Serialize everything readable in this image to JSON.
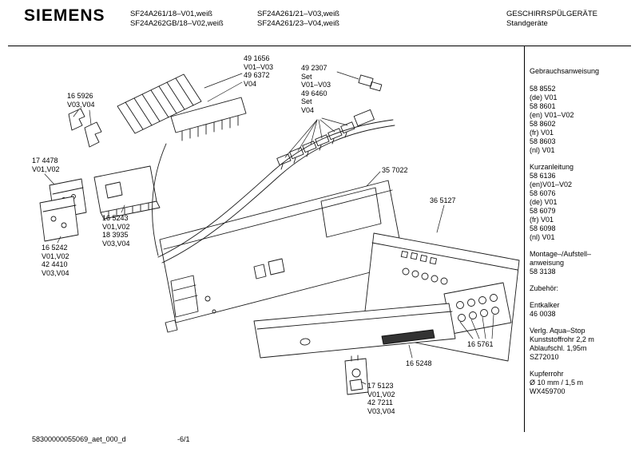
{
  "header": {
    "brand": "SIEMENS",
    "models": [
      {
        "line1": "SF24A261/18–V01,weiß",
        "line2": "SF24A262GB/18–V02,weiß"
      },
      {
        "line1": "SF24A261/21–V03,weiß",
        "line2": "SF24A261/23–V04,weiß"
      }
    ],
    "category": "GESCHIRRSPÜLGERÄTE",
    "subcategory": "Standgeräte"
  },
  "sidebar": {
    "sections": [
      {
        "heading": "Gebrauchsanweisung",
        "items": [
          "58 8552",
          "(de) V01",
          "58 8601",
          "(en) V01–V02",
          "58 8602",
          "(fr) V01",
          "58 8603",
          "(nl) V01"
        ]
      },
      {
        "heading": "Kurzanleitung",
        "items": [
          "58 6136",
          "(en)V01–V02",
          "58 6076",
          "(de) V01",
          "58 6079",
          "(fr) V01",
          "58 6098",
          "(nl) V01"
        ]
      },
      {
        "items": [
          "Montage–/Aufstell–",
          "anweisung",
          "58 3138"
        ]
      },
      {
        "heading": "Zubehör:"
      },
      {
        "items": [
          "Entkalker",
          "46 0038"
        ]
      },
      {
        "items": [
          "Verlg. Aqua–Stop",
          "Kunststoffrohr 2,2 m",
          "Ablaufschl. 1,95m",
          "SZ72010"
        ]
      },
      {
        "items": [
          "Kupferrohr",
          "Ø 10 mm / 1,5 m",
          "WX459700"
        ]
      }
    ]
  },
  "diagram": {
    "labels": [
      {
        "id": "16-5926",
        "text": "16 5926\nV03,V04"
      },
      {
        "id": "49-1656",
        "text": "49 1656\nV01–V03\n49 6372\nV04"
      },
      {
        "id": "49-2307",
        "text": "49 2307\nSet\nV01–V03\n49 6460\nSet\nV04"
      },
      {
        "id": "17-4478",
        "text": "17 4478\nV01,V02"
      },
      {
        "id": "35-7022",
        "text": "35 7022"
      },
      {
        "id": "36-5127",
        "text": "36 5127"
      },
      {
        "id": "16-5243",
        "text": "16 5243\nV01,V02\n18 3935\nV03,V04"
      },
      {
        "id": "16-5242",
        "text": "16 5242\nV01,V02\n42 4410\nV03,V04"
      },
      {
        "id": "16-5761",
        "text": "16 5761"
      },
      {
        "id": "16-5248",
        "text": "16 5248"
      },
      {
        "id": "17-5123",
        "text": "17 5123\nV01,V02\n42 7211\nV03,V04"
      }
    ]
  },
  "footer": {
    "doc_id": "58300000055069_aet_000_d",
    "page": "-6/1"
  }
}
